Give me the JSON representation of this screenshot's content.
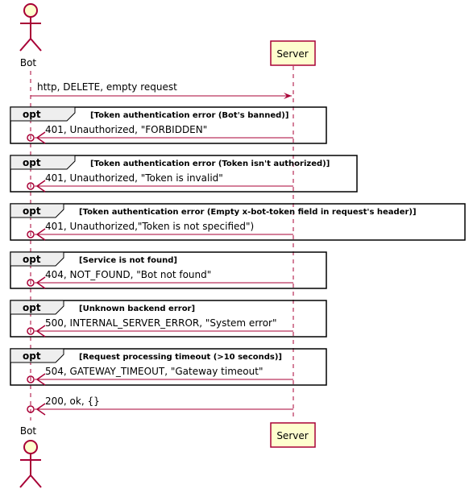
{
  "participants": {
    "bot": {
      "label": "Bot",
      "kind": "actor"
    },
    "server": {
      "label": "Server",
      "kind": "participant"
    }
  },
  "colors": {
    "accent": "#a80036",
    "participant_fill": "#fefece",
    "frame_border": "#000000",
    "tab_fill": "#eeeeee"
  },
  "messages": [
    {
      "from": "bot",
      "to": "server",
      "text": "http, DELETE, empty request"
    },
    {
      "from": "server",
      "to": "bot",
      "text": "401, Unauthorized, \"FORBIDDEN\""
    },
    {
      "from": "server",
      "to": "bot",
      "text": "401, Unauthorized, \"Token is invalid\""
    },
    {
      "from": "server",
      "to": "bot",
      "text": "401, Unauthorized,\"Token is not specified\")"
    },
    {
      "from": "server",
      "to": "bot",
      "text": "404, NOT_FOUND, \"Bot not found\""
    },
    {
      "from": "server",
      "to": "bot",
      "text": "500, INTERNAL_SERVER_ERROR, \"System error\""
    },
    {
      "from": "server",
      "to": "bot",
      "text": "504, GATEWAY_TIMEOUT, \"Gateway timeout\""
    },
    {
      "from": "server",
      "to": "bot",
      "text": "200, ok, {}"
    }
  ],
  "fragments": [
    {
      "keyword": "opt",
      "condition": "[Token authentication error (Bot's banned)]"
    },
    {
      "keyword": "opt",
      "condition": "[Token authentication error (Token isn't authorized)]"
    },
    {
      "keyword": "opt",
      "condition": "[Token authentication error (Empty x-bot-token field in request's header)]"
    },
    {
      "keyword": "opt",
      "condition": "[Service is not found]"
    },
    {
      "keyword": "opt",
      "condition": "[Unknown backend error]"
    },
    {
      "keyword": "opt",
      "condition": "[Request processing timeout (>10 seconds)]"
    }
  ]
}
